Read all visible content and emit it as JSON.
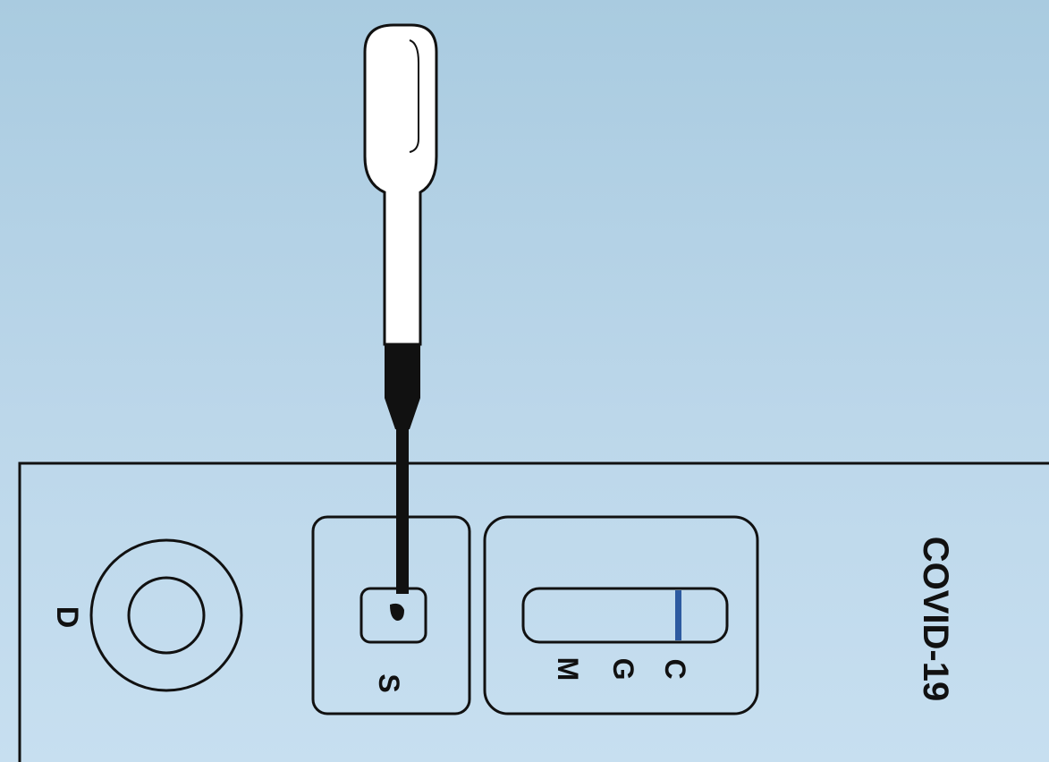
{
  "device": {
    "brand_label": "COVID-19",
    "sample_well_label": "S",
    "desiccant_label": "D",
    "result_labels": {
      "control": "C",
      "igg": "G",
      "igm": "M"
    },
    "control_line_color": "#2d5aa0"
  },
  "colors": {
    "background_top": "#a9cbe0",
    "background_bottom": "#c7dff0",
    "outline": "#111111"
  }
}
